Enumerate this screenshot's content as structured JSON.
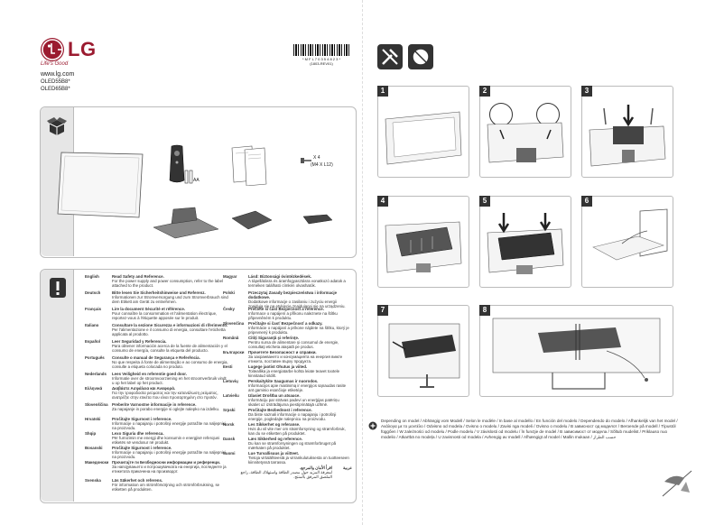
{
  "brand": {
    "name": "LG",
    "tagline": "Life's Good",
    "website": "www.lg.com"
  },
  "models": [
    "OLED55B8*",
    "OLED65B8*"
  ],
  "barcode": {
    "number": "* M F L 7 0 3 5 4 8 2 3 *",
    "revision": "(1803-REV01)"
  },
  "accessories": {
    "battery_label": "AA",
    "screw_qty": "X 4",
    "screw_spec": "(M4 X L12)"
  },
  "languages_left": [
    {
      "name": "English",
      "title": "Read Safety and Reference.",
      "body": "For the power supply and power consumption, refer to the label attached to the product."
    },
    {
      "name": "Deutsch",
      "title": "Bitte lesen Sie Sicherheitshinweise und Referenz.",
      "body": "Informationen zur Stromversorgung und zum Stromverbrauch sind dem Etikett am Gerät zu entnehmen."
    },
    {
      "name": "Français",
      "title": "Lire la document Sécurité et référence.",
      "body": "Pour connaître la consommation et l'alimentation électrique, reportez-vous à l'étiquette apposée sur le produit."
    },
    {
      "name": "Italiano",
      "title": "Consultare la sezione Sicurezza e informazioni di riferimento.",
      "body": "Per l'alimentazione e il consumo di energia, consultare l'etichetta applicata al prodotto."
    },
    {
      "name": "Español",
      "title": "Leer Seguridad y Referencia.",
      "body": "Para obtener información acerca de la fuente de alimentación y el consumo de energía, consulte la etiqueta del producto."
    },
    {
      "name": "Português",
      "title": "Consulte o manual de Segurança e Referência.",
      "body": "No que respeita à fonte de alimentação e ao consumo de energia, consulte a etiqueta colocada no produto."
    },
    {
      "name": "Nederlands",
      "title": "Lees Veiligheid en referentie goed door.",
      "body": "Informatie over de stroomvoorziening en het stroomverbruik vindt u op het label op het product."
    },
    {
      "name": "Ελληνικά",
      "title": "Διαβάστε Ασφάλεια και Αναφορά.",
      "body": "Για την τροφοδοσία ρεύματος και την κατανάλωση ρεύματος, ανατρέξτε στην ετικέτα που είναι προσαρτημένη στο προϊόν."
    },
    {
      "name": "Slovenščina",
      "title": "Preberite Varnostne informacije in reference.",
      "body": "Za napajanje in porabo energije si oglejte nalepko na izdelku."
    },
    {
      "name": "Hrvatski",
      "title": "Pročitajte Sigurnost i reference.",
      "body": "Informacije o napajanju i potrošnji energije potražite na naljepnici na proizvodu."
    },
    {
      "name": "Shqip",
      "title": "Lexo Siguria dhe referenca.",
      "body": "Për furnizimin me energji dhe konsumin e energjisë referojuni etiketës së vendosur në produkt."
    },
    {
      "name": "Bosanski",
      "title": "Pročitajte Sigurnost i reference.",
      "body": "Informacije o napajanju i potrošnji energije potražite na naljepnici na proizvodu."
    },
    {
      "name": "Македонски",
      "title": "Прочитајте ги Безбедносни информации и референци.",
      "body": "За напојувањето и потрошувачката на енергија, погледнете ја етикетата прикачена на производот."
    },
    {
      "name": "Svenska",
      "title": "Läs Säkerhet och referens.",
      "body": "För information om strömförsörjning och strömförbrukning, se etiketten på produkten."
    }
  ],
  "languages_right": [
    {
      "name": "Magyar",
      "title": "Lásd: Biztonsági óvintézkedések.",
      "body": "A tápellátásra és áramfogyasztásra vonatkozó adatok a terméken található címkén olvashatók."
    },
    {
      "name": "Polski",
      "title": "Przeczytaj Zasady bezpieczeństwa i informacje dodatkowe.",
      "body": "Dodatkowe informacje o zasilaniu i zużyciu energii znajdują się na etykiecie znajdującej się na urządzeniu."
    },
    {
      "name": "Česky",
      "title": "Přečtěte si část Bezpečnost a reference.",
      "body": "Informace o napájení a příkonu naleznete na štítku připevněném k produktu."
    },
    {
      "name": "Slovenčina",
      "title": "Prečítajte si časť Bezpečnosť a odkazy.",
      "body": "Informácie o napájaní a príkone nájdete na štítku, ktorý je pripevnený k produktu."
    },
    {
      "name": "Română",
      "title": "Citiţi Siguranţă şi referinţe.",
      "body": "Pentru sursa de alimentare şi consumul de energie, consultaţi eticheta ataşată pe produs."
    },
    {
      "name": "Български",
      "title": "Прочетете Безопасност и справки.",
      "body": "За захранването и консумацията на енергия вижте етикета, поставен върху продукта."
    },
    {
      "name": "Eesti",
      "title": "Lugege jaotist Ohutus ja viited.",
      "body": "Toiteallika ja energiatarbe kohta leiate teavet tootele kinnitatud sildilt."
    },
    {
      "name": "Lietuvių",
      "title": "Perskaitykite Saugumas ir nuorodos.",
      "body": "Informacijos apie maitinimą ir energijos sąnaudas rasite ant gaminio esančioje etiketėje."
    },
    {
      "name": "Latviešu",
      "title": "Izlasiet Drošība un atsauce.",
      "body": "Informāciju par strāvas padevi un enerģijas patēriņu skatiet uz izstrādājuma piestiprinātajā uzlīmē."
    },
    {
      "name": "Srpski",
      "title": "Pročitajte Bezbednost i reference.",
      "body": "Da biste saznali informacije o napajanju i potrošnji energije, pogledajte nalepnicu na proizvodu."
    },
    {
      "name": "Norsk",
      "title": "Les Sikkerhet og referanse.",
      "body": "Hvis du vil vite mer om strømforsyning og strømforbruk, kan du se etiketten på produktet."
    },
    {
      "name": "Dansk",
      "title": "Læs Sikkerhed og reference.",
      "body": "Du kan se strømforsyningen og strømforbruget på mærkaten på produktet."
    },
    {
      "name": "Suomi",
      "title": "Lue Turvallisuus ja viitteet.",
      "body": "Tietoja virtalähteestä ja virrankulutuksesta on tuotteeseen kiinnitetyssä tarrassa."
    }
  ],
  "arabic": {
    "name": "عربية",
    "title": "اقرأ الأمان والمرجع.",
    "body": "لمعرفة المزيد حول مصدر الطاقة واستهلاك الطاقة، راجع الملصق المرفق بالمنتج."
  },
  "steps": [
    "1",
    "2",
    "3",
    "4",
    "5",
    "6",
    "7",
    "8"
  ],
  "model_note": "Depending on model / Abhängig vom Modell / Selon le modèle / In base al modello / En función del modelo / Dependendo do modelo / Afhankelijk van het model / Ανάλογα με το μοντέλο / Odvisno od modela / Ovisno o modelu / Zavisi nga modeli / Ovisno o modelu / В зависност од моделот / Beroende på modell / Típustól függően / W zależności od modelu / Podle modelu / V závislosti od modelu / În funcţie de model / В зависимост от модела / Sõltub mudelist / Priklauso nuo modelio / Atkarībā no modeļa / U zavisnosti od modela / Avhengig av modell / Afhængigt af model / Mallin mukaan / حسب الطراز"
}
